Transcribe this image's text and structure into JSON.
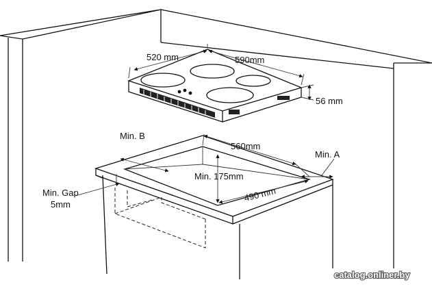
{
  "labels": {
    "hob_depth": "520 mm",
    "hob_width": "590mm",
    "hob_height": "56 mm",
    "min_b": "Min. B",
    "cutout_width": "560mm",
    "min_a": "Min. A",
    "min_depth": "Min. 175mm",
    "cutout_depth": "490 mm",
    "min_gap_line1": "Min. Gap",
    "min_gap_line2": "5mm"
  },
  "watermark": "catalog.onliner.by"
}
